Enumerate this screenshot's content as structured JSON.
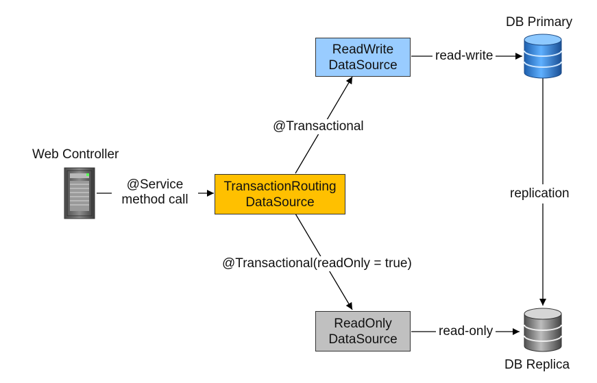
{
  "nodes": {
    "web_controller": {
      "title": "Web Controller"
    },
    "routing": {
      "line1": "TransactionRouting",
      "line2": "DataSource",
      "fill": "#ffc000"
    },
    "readwrite": {
      "line1": "ReadWrite",
      "line2": "DataSource",
      "fill": "#99ccff"
    },
    "readonly": {
      "line1": "ReadOnly",
      "line2": "DataSource",
      "fill": "#c0c0c0"
    },
    "db_primary": {
      "title": "DB Primary",
      "icon": "database-icon"
    },
    "db_replica": {
      "title": "DB Replica",
      "icon": "database-icon"
    }
  },
  "edges": {
    "service_call": {
      "line1": "@Service",
      "line2": "method call"
    },
    "transactional": {
      "label": "@Transactional"
    },
    "transactional_readonly": {
      "label": "@Transactional(readOnly = true)"
    },
    "read_write": {
      "label": "read-write"
    },
    "read_only": {
      "label": "read-only"
    },
    "replication": {
      "label": "replication"
    }
  },
  "colors": {
    "primary_db": "#2f86e0",
    "replica_db": "#8a8a8a",
    "server": "#6d6d6d",
    "arrow": "#000000"
  }
}
